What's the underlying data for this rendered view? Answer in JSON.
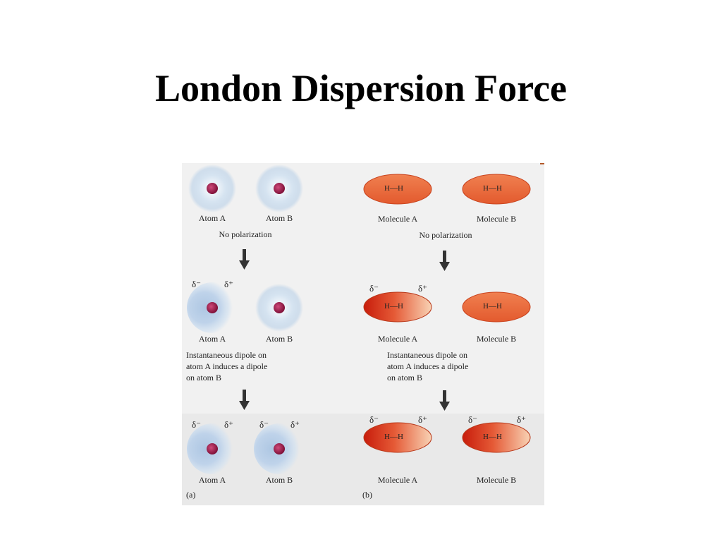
{
  "title": "London Dispersion Force",
  "atoms": {
    "atom_a": "Atom A",
    "atom_b": "Atom B",
    "no_polarization": "No polarization",
    "induced_line1": "Instantaneous dipole on",
    "induced_line2": "atom A induces a dipole",
    "induced_line3": "on atom B",
    "panel": "(a)"
  },
  "molecules": {
    "molecule_a": "Molecule A",
    "molecule_b": "Molecule B",
    "no_polarization": "No polarization",
    "induced_line1": "Instantaneous dipole on",
    "induced_line2": "atom A induces a dipole",
    "induced_line3": "on atom B",
    "panel": "(b)",
    "bond": "H—H"
  },
  "symbols": {
    "delta_minus": "δ⁻",
    "delta_plus": "δ⁺"
  },
  "colors": {
    "nucleus": "#a0184e",
    "cloud": "#b9d0e6",
    "molecule_fill": "#ea6a3c",
    "molecule_dark": "#cc2a12",
    "molecule_light": "#f6c7a5",
    "arrow": "#333333"
  }
}
